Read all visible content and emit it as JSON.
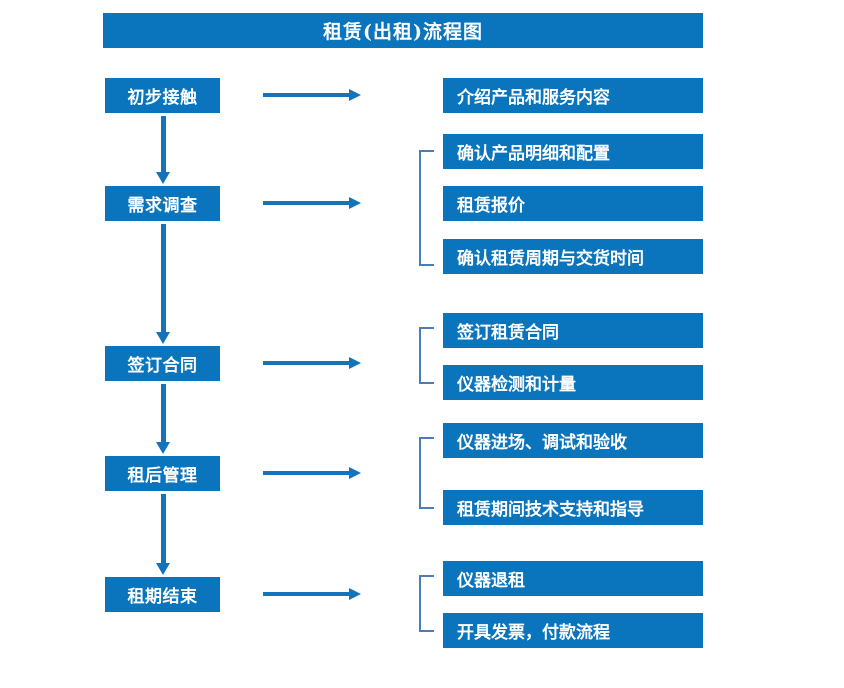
{
  "diagram": {
    "title": "租赁(出租)流程图",
    "colors": {
      "box_fill": "#0a74bc",
      "box_text": "#ffffff",
      "arrow": "#1373bb",
      "bracket": "#4a7ebb",
      "background": "#ffffff"
    },
    "stages": [
      {
        "id": "stage-1",
        "label": "初步接触"
      },
      {
        "id": "stage-2",
        "label": "需求调查"
      },
      {
        "id": "stage-3",
        "label": "签订合同"
      },
      {
        "id": "stage-4",
        "label": "租后管理"
      },
      {
        "id": "stage-5",
        "label": "租期结束"
      }
    ],
    "details": [
      {
        "id": "detail-1",
        "label": "介绍产品和服务内容",
        "group": 1
      },
      {
        "id": "detail-2",
        "label": "确认产品明细和配置",
        "group": 2
      },
      {
        "id": "detail-3",
        "label": "租赁报价",
        "group": 2
      },
      {
        "id": "detail-4",
        "label": "确认租赁周期与交货时间",
        "group": 2
      },
      {
        "id": "detail-5",
        "label": "签订租赁合同",
        "group": 3
      },
      {
        "id": "detail-6",
        "label": "仪器检测和计量",
        "group": 3
      },
      {
        "id": "detail-7",
        "label": "仪器进场、调试和验收",
        "group": 4
      },
      {
        "id": "detail-8",
        "label": "租赁期间技术支持和指导",
        "group": 4
      },
      {
        "id": "detail-9",
        "label": "仪器退租",
        "group": 5
      },
      {
        "id": "detail-10",
        "label": "开具发票，付款流程",
        "group": 5
      }
    ],
    "connectors": {
      "horizontal_arrow_count": 5,
      "vertical_arrow_count": 4,
      "bracket_count": 4
    }
  }
}
